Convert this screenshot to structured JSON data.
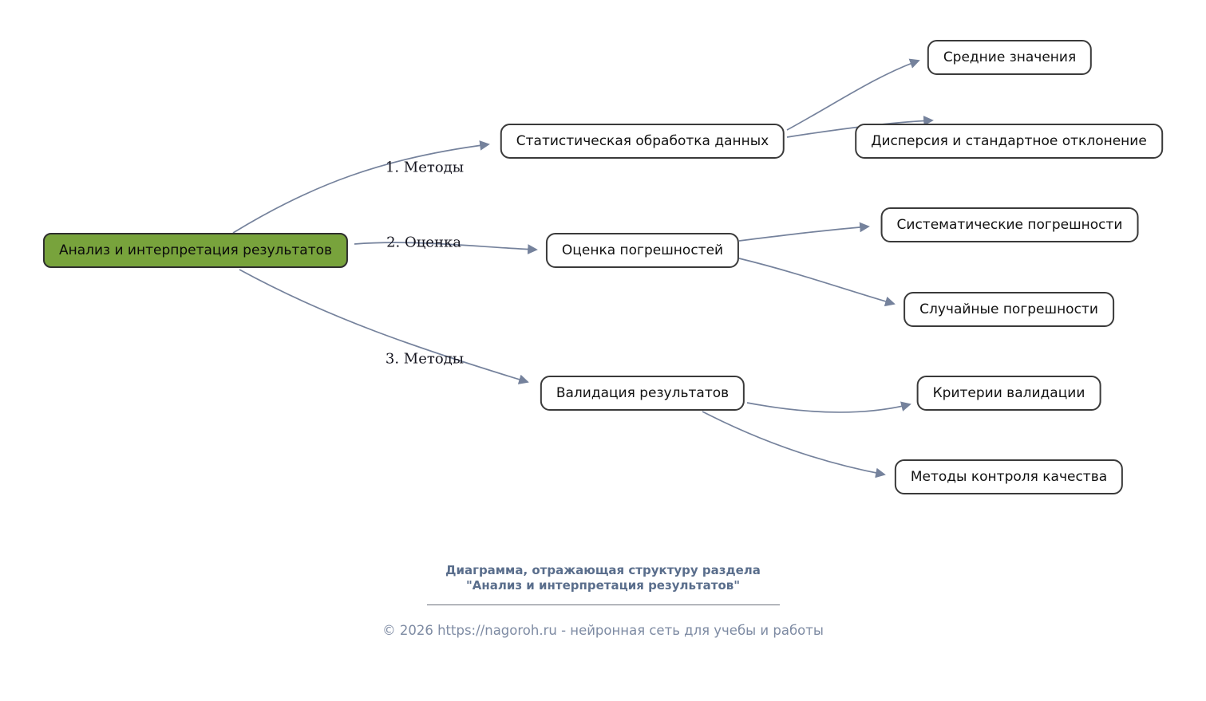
{
  "diagram": {
    "type": "mindmap",
    "root": {
      "label": "Анализ и интерпретация результатов"
    },
    "nodes": {
      "level1": [
        {
          "label": "Статистическая обработка данных",
          "edge_label": "1. Методы",
          "children": [
            "Средние значения",
            "Дисперсия и стандартное отклонение"
          ]
        },
        {
          "label": "Оценка погрешностей",
          "edge_label": "2. Оценка",
          "children": [
            "Систематические погрешности",
            "Случайные погрешности"
          ]
        },
        {
          "label": "Валидация результатов",
          "edge_label": "3. Методы",
          "children": [
            "Критерии валидации",
            "Методы контроля качества"
          ]
        }
      ]
    },
    "colors": {
      "root_fill": "#78a33c",
      "root_border": "#2e2e2e",
      "node_fill": "#ffffff",
      "node_border": "#3a3a3a",
      "edge": "#75829c",
      "footer_title": "#5a6e8c",
      "footer_copyright": "#7e8ba3",
      "background": "#ffffff"
    }
  },
  "footer": {
    "title_line1": "Диаграмма, отражающая структуру раздела",
    "title_line2": "\"Анализ и интерпретация результатов\"",
    "copyright": "© 2026 https://nagoroh.ru - нейронная сеть для учебы и работы"
  }
}
